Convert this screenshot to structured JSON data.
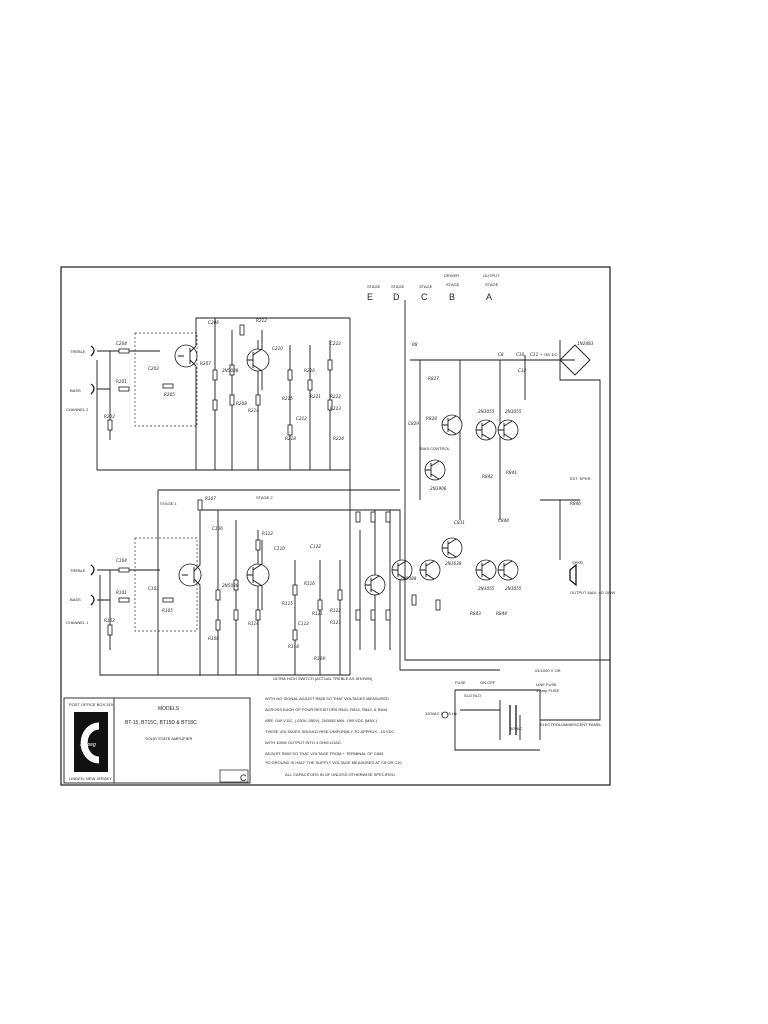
{
  "title_block": {
    "heading": "MODELS",
    "models_line": "BT-15, BT15C, BT15D & BT18C",
    "subtitle": "SOLID STATE AMPLIFIER",
    "address_top": "POST OFFICE BOX 310",
    "address_bottom": "LINDEN, NEW JERSEY",
    "brand": "Ampeg",
    "rev_letter": "C"
  },
  "stages": {
    "stage_word": "STAGE",
    "driver_word": "DRIVER",
    "output_word": "OUTPUT",
    "letters": [
      "E",
      "D",
      "C",
      "B",
      "A"
    ]
  },
  "inputs": {
    "ch2_treble": "TREBLE",
    "ch2_bass": "BASS",
    "ch2_label": "CHANNEL 2",
    "ch1_treble": "TREBLE",
    "ch1_bass": "BASS",
    "ch1_label": "CHANNEL 1"
  },
  "section_labels": {
    "stage1": "STAGE 1",
    "stage2": "STAGE 2",
    "ext_spkr": "EXT. SPKR.",
    "spkr": "SPKR.",
    "output_max": "OUTPUT MAX. 4Ω 100W",
    "bias_control": "BIAS CONTROL",
    "fuse": "FUSE",
    "on_off": "ON-OFF",
    "slo_blo": "SLO BLO",
    "line_fuse": "LINE FUSE",
    "electrolumin": "ELECTROLUMINESCENT PANEL",
    "vac_in": "120VAC 50-60 Hz",
    "vac_sec": "50VAC",
    "dc_supply": "+ 78V DC",
    "cap_note": ".01/1000 V OR",
    "fuse_rating": "3 Amp FUSE"
  },
  "notes": {
    "ultra_high": "ULTRA HIGH SWITCH (ACTUAL TREBLE AS SHOWN)",
    "n1": "WITH NO SIGNAL ADJUST R828 SO THAT VOLTAGES MEASURED",
    "n2": "ACROSS EACH OF FOUR RESISTORS R841, R842, R843, & R844",
    "n3": "ARE .040 V.DC. (.030V-.050V), 2N3055 MIN. .090 VDC (MAX.)",
    "n4": "THESE VOLTAGES SHOULD RISE UNIFORMLY TO APPROX. .15 VDC",
    "n5": "WITH 100W OUTPUT INTO 4 OHM LOAD.",
    "n6": "ADJUST R802 SO THAT VOLTAGE FROM + TERMINAL OF C844",
    "n7": "TO GROUND IS HALF THE SUPPLY VOLTAGE MEASURED AT C8 OR C10",
    "n8": "ALL CAPACITORS IN UF UNLESS OTHERWISE SPECIFIED"
  },
  "components": {
    "ch2_upper": [
      "C204",
      "R201",
      "R202",
      "C203",
      "R207",
      "R205",
      "C206",
      "R208",
      "R212",
      "C210",
      "R214",
      "R215",
      "C212",
      "R216",
      "R218",
      "R221",
      "R222",
      "R223",
      "C222",
      "R224"
    ],
    "ch1_lower": [
      "C104",
      "R101",
      "R102",
      "C103",
      "R107",
      "R105",
      "C106",
      "R108",
      "R112",
      "C110",
      "R114",
      "R115",
      "C112",
      "R116",
      "R118",
      "R121",
      "R122",
      "R123",
      "C122",
      "R124"
    ],
    "transistors": [
      "2N5088",
      "2N5088",
      "2N5088",
      "2N3638",
      "2N3906",
      "2N3055",
      "2N3055",
      "2N3055",
      "2N3055"
    ],
    "power": [
      "R8",
      "C8",
      "C10",
      "C11",
      "C12",
      "1N2483",
      "R827",
      "R828",
      "C829",
      "C831",
      "R841",
      "R842",
      "R843",
      "R844",
      "C844",
      "R846"
    ]
  },
  "colors": {
    "ink": "#1a1a1a",
    "paper": "#ffffff"
  }
}
